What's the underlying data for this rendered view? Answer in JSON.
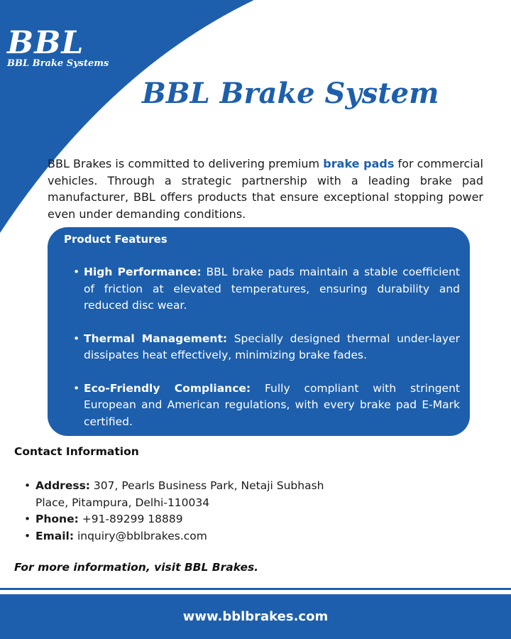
{
  "colors": {
    "brand_blue": "#1d5fac",
    "text": "#1a1a1a",
    "white": "#ffffff"
  },
  "logo": {
    "mark": "BBL",
    "subtitle": "BBL Brake Systems"
  },
  "title": "BBL Brake System",
  "intro": {
    "before": "BBL Brakes is committed to delivering premium ",
    "highlight": "brake pads",
    "after": " for commercial vehicles. Through a strategic partnership with a leading brake pad manufacturer, BBL offers products that ensure exceptional stopping power even under demanding conditions."
  },
  "features": {
    "heading": "Product Features",
    "items": [
      {
        "label": "High Performance:",
        "text": " BBL brake pads maintain a stable coefficient of friction at elevated temperatures, ensuring durability and reduced disc wear."
      },
      {
        "label": "Thermal Management:",
        "text": " Specially designed thermal under-layer dissipates heat effectively, minimizing brake fades."
      },
      {
        "label": "Eco-Friendly Compliance:",
        "text": " Fully compliant with stringent European and American regulations, with every brake pad E-Mark certified."
      }
    ]
  },
  "contact": {
    "heading": "Contact Information",
    "items": [
      {
        "label": "Address:",
        "text": " 307, Pearls Business Park, Netaji Subhash Place, Pitampura, Delhi-110034"
      },
      {
        "label": "Phone:",
        "text": " +91-89299 18889"
      },
      {
        "label": "Email:",
        "text": " inquiry@bblbrakes.com"
      }
    ]
  },
  "more_info": "For more information, visit BBL Brakes.",
  "footer": {
    "url": "www.bblbrakes.com"
  }
}
